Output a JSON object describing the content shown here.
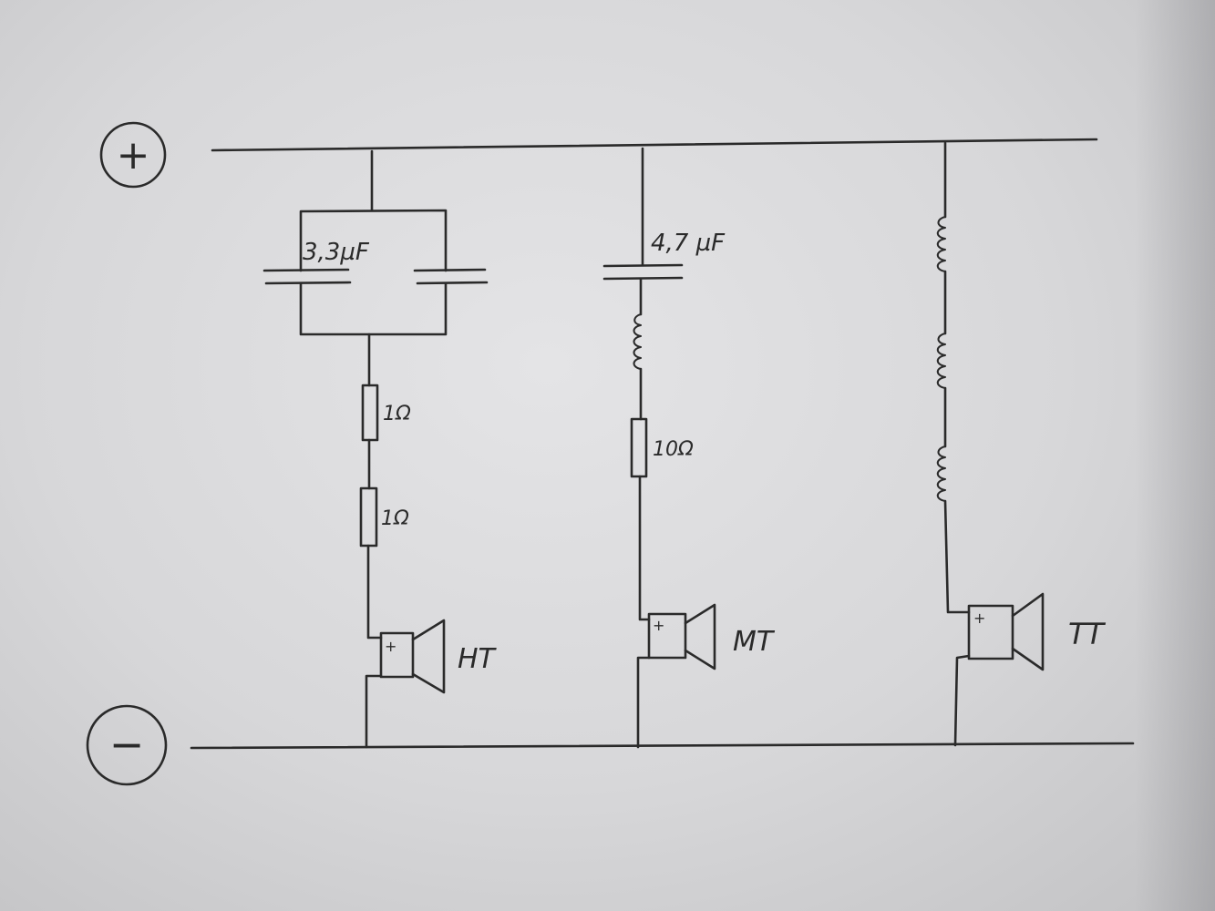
{
  "terminals": {
    "positive": "+",
    "negative": "−"
  },
  "ht_branch": {
    "capacitor_label": "3,3µF",
    "resistor1_label": "1Ω",
    "resistor2_label": "1Ω",
    "speaker_polarity": "+",
    "speaker_label": "HT"
  },
  "mt_branch": {
    "capacitor_label": "4,7 µF",
    "resistor_label": "10Ω",
    "speaker_polarity": "+",
    "speaker_label": "MT"
  },
  "tt_branch": {
    "speaker_polarity": "+",
    "speaker_label": "TT"
  }
}
